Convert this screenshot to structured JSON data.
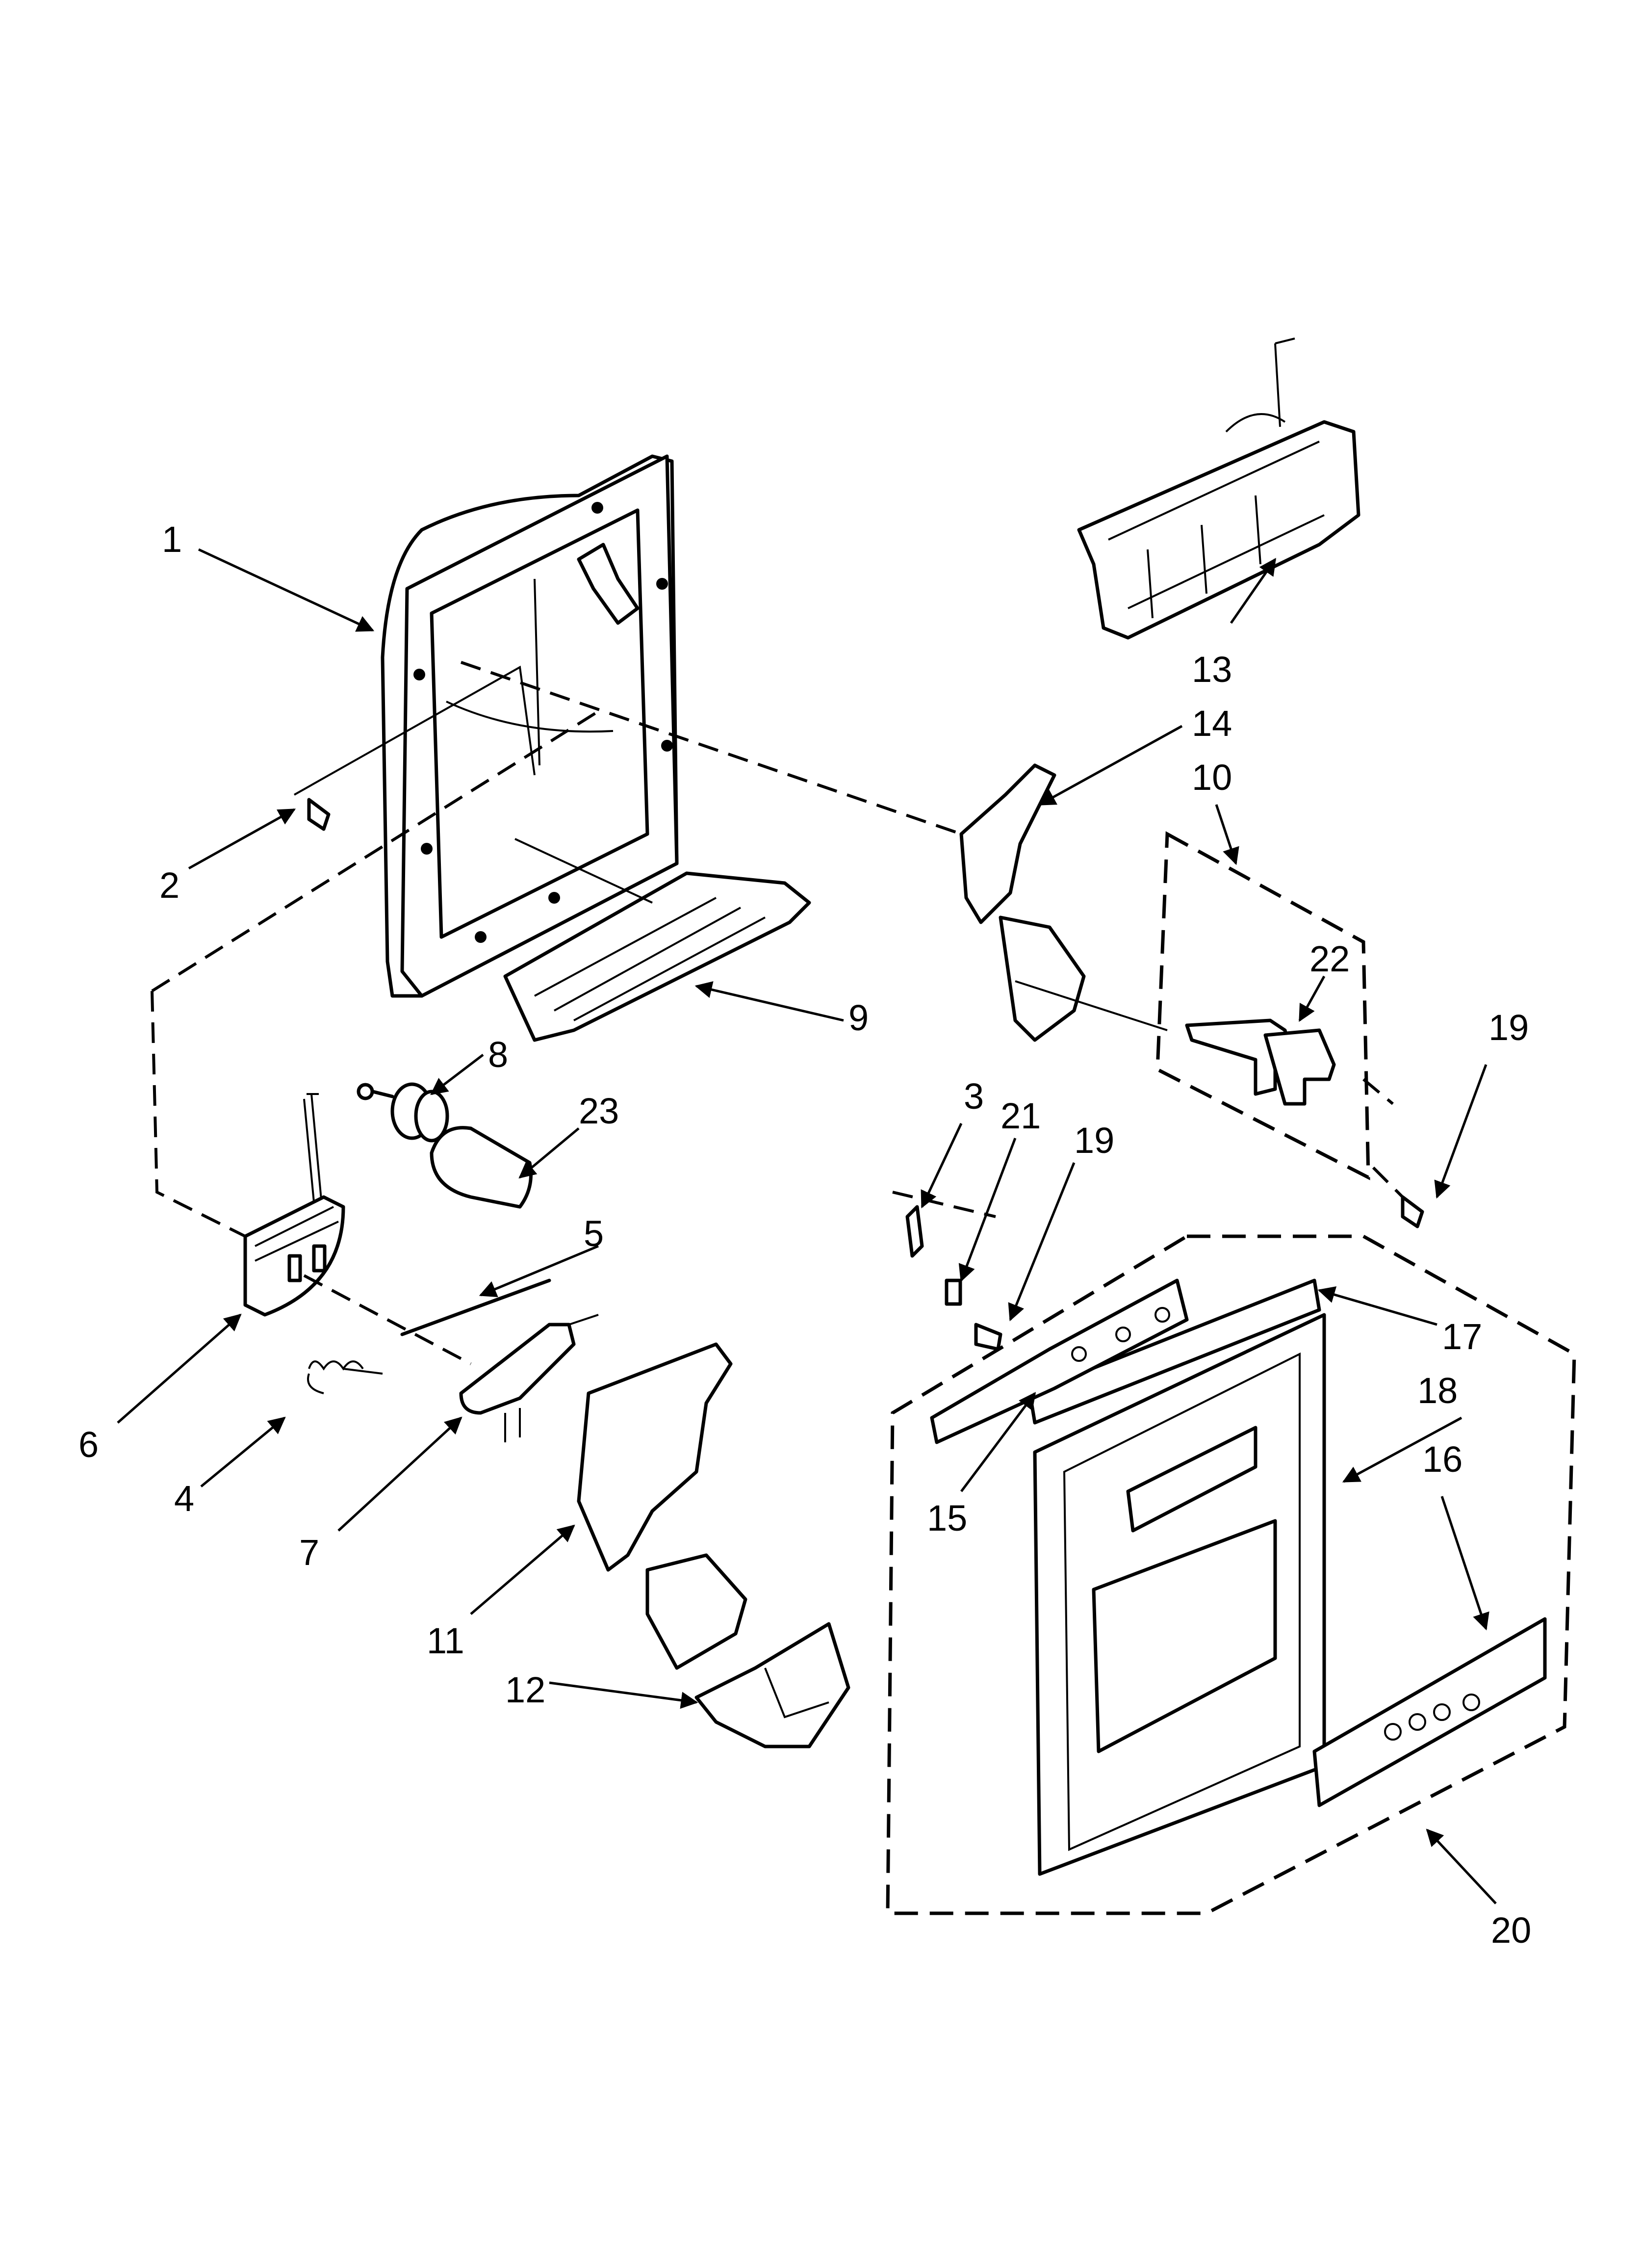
{
  "callouts": [
    {
      "id": "c1",
      "label": "1"
    },
    {
      "id": "c2",
      "label": "2"
    },
    {
      "id": "c3",
      "label": "3"
    },
    {
      "id": "c4",
      "label": "4"
    },
    {
      "id": "c5",
      "label": "5"
    },
    {
      "id": "c6",
      "label": "6"
    },
    {
      "id": "c7",
      "label": "7"
    },
    {
      "id": "c8",
      "label": "8"
    },
    {
      "id": "c9",
      "label": "9"
    },
    {
      "id": "c10",
      "label": "10"
    },
    {
      "id": "c11",
      "label": "11"
    },
    {
      "id": "c12",
      "label": "12"
    },
    {
      "id": "c13",
      "label": "13"
    },
    {
      "id": "c14",
      "label": "14"
    },
    {
      "id": "c15",
      "label": "15"
    },
    {
      "id": "c16",
      "label": "16"
    },
    {
      "id": "c17",
      "label": "17"
    },
    {
      "id": "c18",
      "label": "18"
    },
    {
      "id": "c19a",
      "label": "19"
    },
    {
      "id": "c19b",
      "label": "19"
    },
    {
      "id": "c20",
      "label": "20"
    },
    {
      "id": "c21",
      "label": "21"
    },
    {
      "id": "c22",
      "label": "22"
    },
    {
      "id": "c23",
      "label": "23"
    }
  ]
}
